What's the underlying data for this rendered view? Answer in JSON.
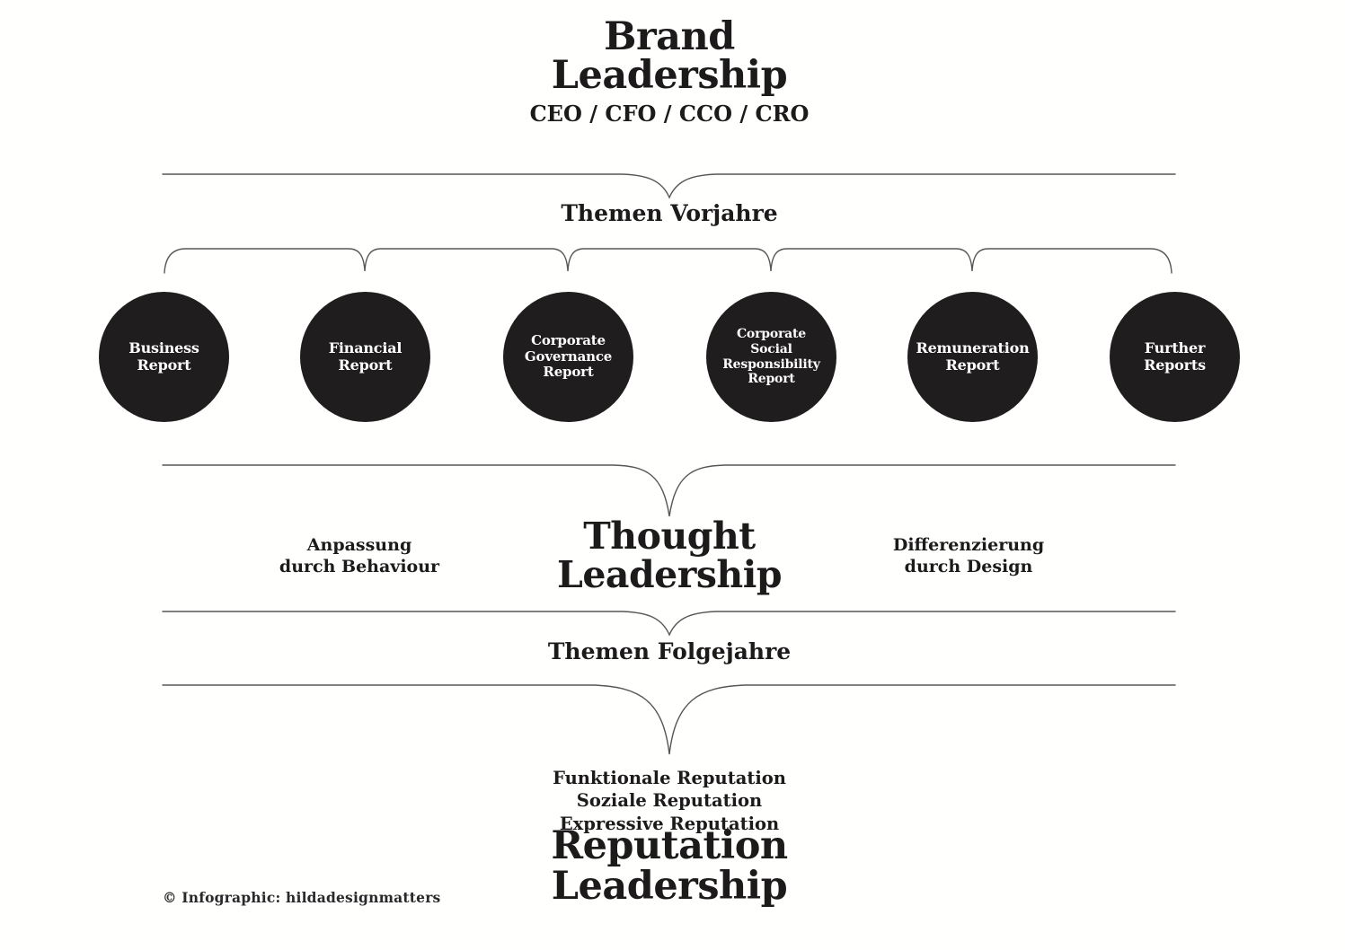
{
  "header": {
    "title": "Brand\nLeadership",
    "subtitle": "CEO / CFO / CCO / CRO"
  },
  "sections": {
    "previous_years_label": "Themen Vorjahre",
    "following_years_label": "Themen Folgejahre"
  },
  "reports": [
    "Business\nReport",
    "Financial\nReport",
    "Corporate\nGovernance\nReport",
    "Corporate\nSocial\nResponsibility\nReport",
    "Remuneration\nReport",
    "Further\nReports"
  ],
  "thought": {
    "title": "Thought\nLeadership",
    "left_note": "Anpassung\ndurch Behaviour",
    "right_note": "Differenzierung\ndurch Design"
  },
  "reputation": {
    "list": "Funktionale Reputation\nSoziale Reputation\nExpressive Reputation",
    "title": "Reputation\nLeadership"
  },
  "footer": {
    "credit": "© Infographic: hildadesignmatters"
  },
  "colors": {
    "circle_fill": "#201d1e",
    "text": "#1c1a1b",
    "line": "#575757",
    "background": "#ffffff"
  }
}
